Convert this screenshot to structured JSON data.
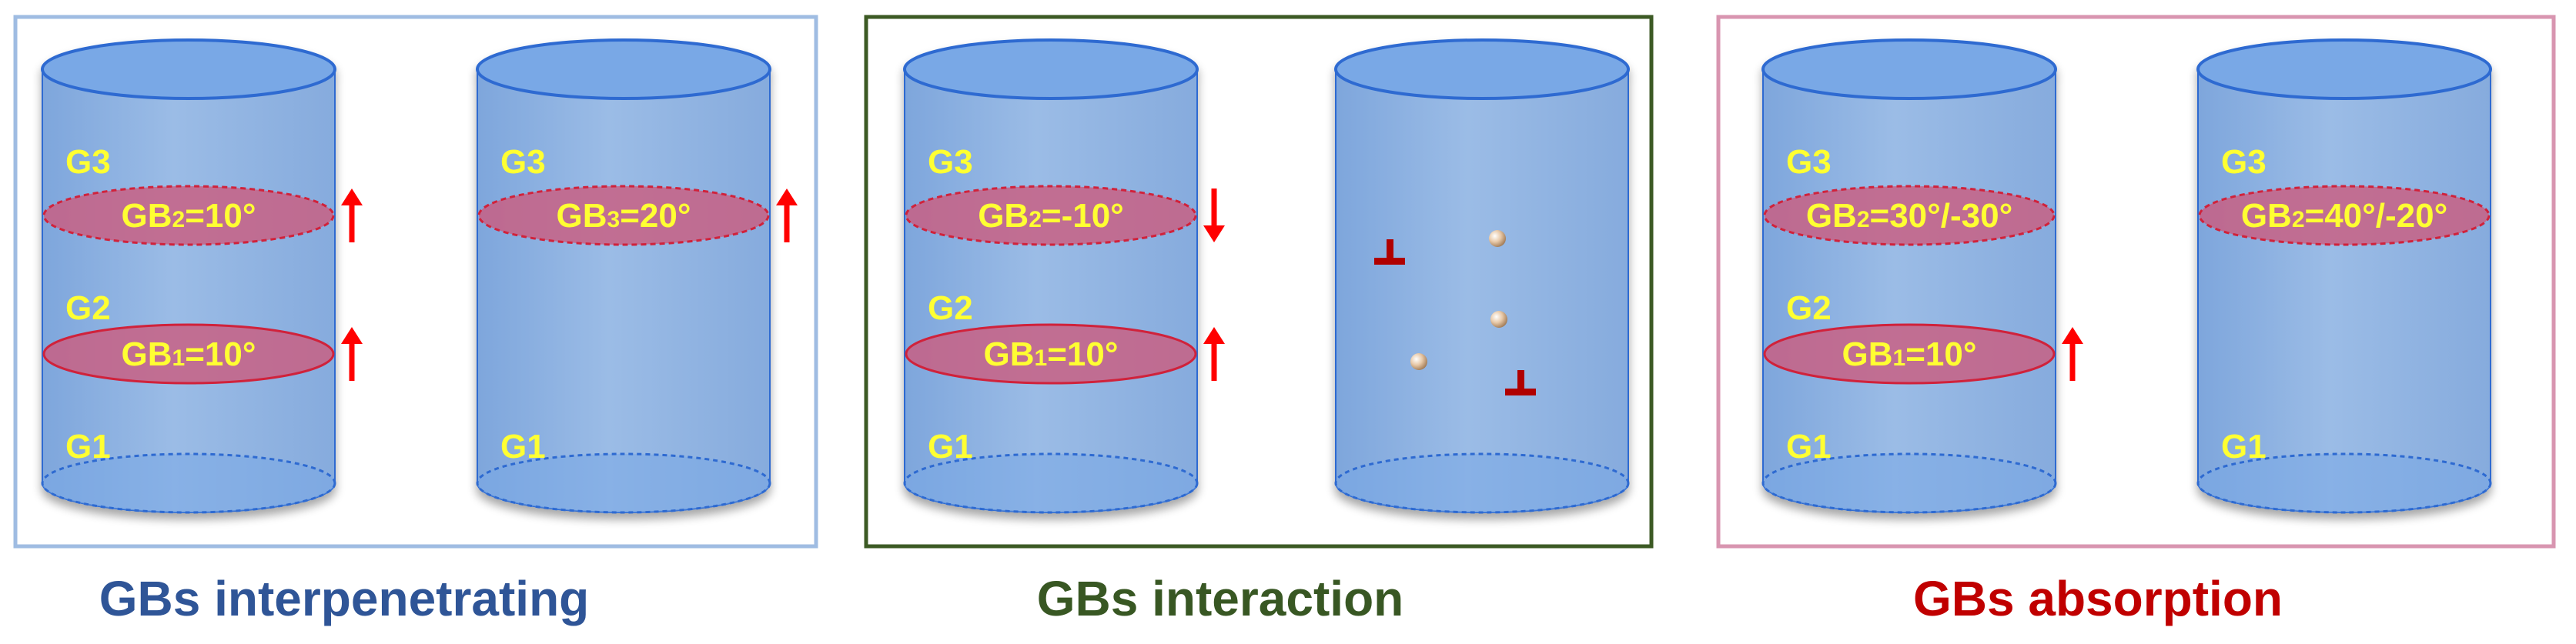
{
  "colors": {
    "panel_border_1": "#9fbce2",
    "panel_border_2": "#3c5a24",
    "panel_border_3": "#d895b0",
    "caption_1": "#2f5597",
    "caption_2": "#385723",
    "caption_3": "#c00000",
    "cylinder_fill": "#8fb2df",
    "cylinder_top": "#79a8e6",
    "cylinder_edge": "#2e6bd1",
    "gb_plane": "#c86084",
    "label_yellow": "#ffff33",
    "arrow_red": "#ff0000",
    "dislocation": "#b00000",
    "precipitate": "#e8c9a8"
  },
  "panels": [
    {
      "caption": "GBs interpenetrating",
      "cylinders": [
        {
          "grains": [
            "G3",
            "G2",
            "G1"
          ],
          "boundaries": [
            {
              "prefix": "GB",
              "sub": "2",
              "suffix": "=10°",
              "arrow": "up"
            },
            {
              "prefix": "GB",
              "sub": "1",
              "suffix": "=10°",
              "arrow": "up"
            }
          ]
        },
        {
          "grains": [
            "G3",
            "G1"
          ],
          "boundaries": [
            {
              "prefix": "GB",
              "sub": "3",
              "suffix": "=20°",
              "arrow": "up"
            }
          ]
        }
      ]
    },
    {
      "caption": "GBs interaction",
      "cylinders": [
        {
          "grains": [
            "G3",
            "G2",
            "G1"
          ],
          "boundaries": [
            {
              "prefix": "GB",
              "sub": "2",
              "suffix": "=-10°",
              "arrow": "down"
            },
            {
              "prefix": "GB",
              "sub": "1",
              "suffix": "=10°",
              "arrow": "up"
            }
          ]
        },
        {
          "grains": [],
          "boundaries": [],
          "defects": {
            "dislocations": "dislocation",
            "precipitates": "precipitate"
          }
        }
      ]
    },
    {
      "caption": "GBs absorption",
      "cylinders": [
        {
          "grains": [
            "G3",
            "G2",
            "G1"
          ],
          "boundaries": [
            {
              "prefix": "GB",
              "sub": "2",
              "suffix": "=30°/-30°",
              "arrow": "none"
            },
            {
              "prefix": "GB",
              "sub": "1",
              "suffix": "=10°",
              "arrow": "up"
            }
          ]
        },
        {
          "grains": [
            "G3",
            "G1"
          ],
          "boundaries": [
            {
              "prefix": "GB",
              "sub": "2",
              "suffix": "=40°/-20°",
              "arrow": "none"
            }
          ]
        }
      ]
    }
  ]
}
